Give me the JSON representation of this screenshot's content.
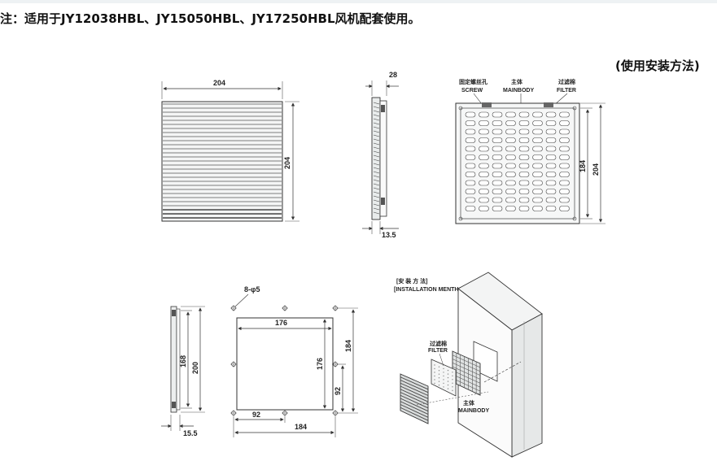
{
  "header": {
    "note": "注：适用于JY12038HBL、JY15050HBL、JY17250HBL风机配套使用。",
    "method_title": "(使用安装方法)"
  },
  "front_view": {
    "width": "204",
    "height": "204"
  },
  "side_view": {
    "depth": "28",
    "frame_depth": "13.5"
  },
  "back_view": {
    "screw_cn": "固定螺丝孔",
    "screw_en": "SCREW",
    "mainbody_cn": "主体",
    "mainbody_en": "MAINBODY",
    "filter_cn": "过滤棉",
    "filter_en": "FILTER",
    "inner": "184",
    "outer": "204"
  },
  "small_side": {
    "inner": "168",
    "outer": "200",
    "depth": "15.5"
  },
  "cutout": {
    "holes": "8-φ5",
    "width": "176",
    "height": "176",
    "half_x": "92",
    "half_y": "92",
    "pitch_x": "184",
    "pitch_y": "184"
  },
  "installation": {
    "title_cn": "[安 装 方 法]",
    "title_en": "[INSTALLATION MENTHOD]",
    "filter_cn": "过滤棉",
    "filter_en": "FILTER",
    "mainbody_cn": "主体",
    "mainbody_en": "MAINBODY"
  }
}
